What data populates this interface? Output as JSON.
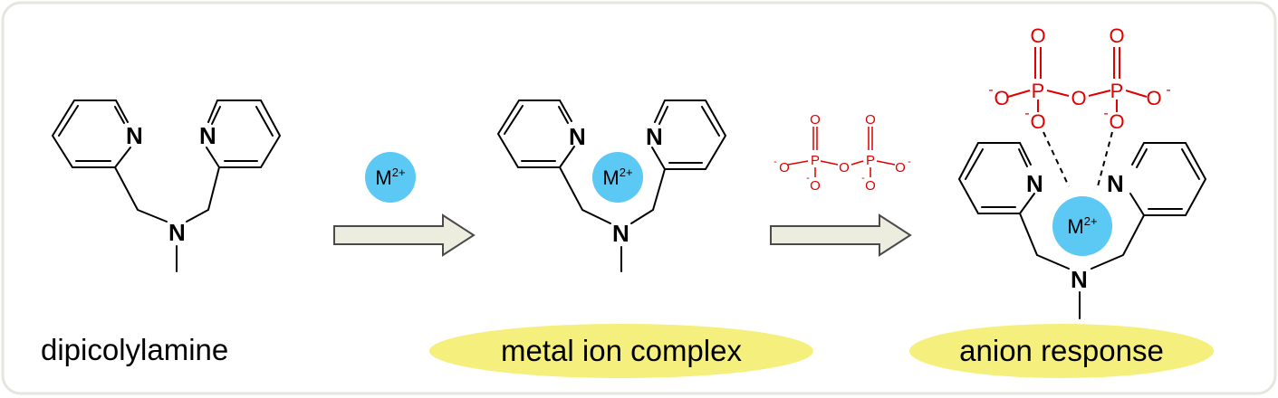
{
  "captions": {
    "dipicolylamine": "dipicolylamine",
    "complex": "metal ion complex",
    "response": "anion response"
  },
  "metal_ion": {
    "symbol": "M",
    "charge": "2+"
  },
  "atoms": {
    "nitrogen": "N",
    "phosphorus": "P",
    "oxygen": "O",
    "negative_charge": "-"
  },
  "colors": {
    "frame_border": "#e6e6de",
    "bond": "#000000",
    "anion": "#e00000",
    "metal_ion_fill": "#5cc8f4",
    "caption_highlight": "#f5f07e",
    "arrow_fill": "#ececdf",
    "arrow_stroke": "#4a4a4a"
  }
}
